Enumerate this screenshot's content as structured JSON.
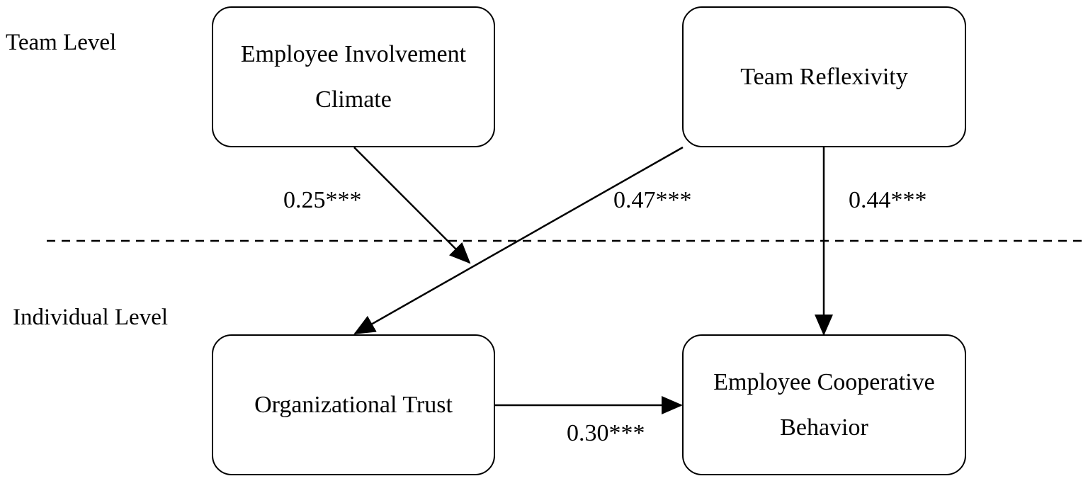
{
  "levels": {
    "team": "Team Level",
    "individual": "Individual Level"
  },
  "nodes": {
    "employee_involvement_climate": [
      "Employee Involvement",
      "Climate"
    ],
    "team_reflexivity": [
      "Team Reflexivity"
    ],
    "organizational_trust": [
      "Organizational Trust"
    ],
    "employee_cooperative_behavior": [
      "Employee Cooperative",
      "Behavior"
    ]
  },
  "paths": {
    "climate_to_trust_link": "0.25***",
    "reflexivity_to_trust": "0.47***",
    "reflexivity_to_cooperation": "0.44***",
    "trust_to_cooperation": "0.30***"
  },
  "colors": {
    "stroke": "#000000",
    "background": "#ffffff"
  }
}
